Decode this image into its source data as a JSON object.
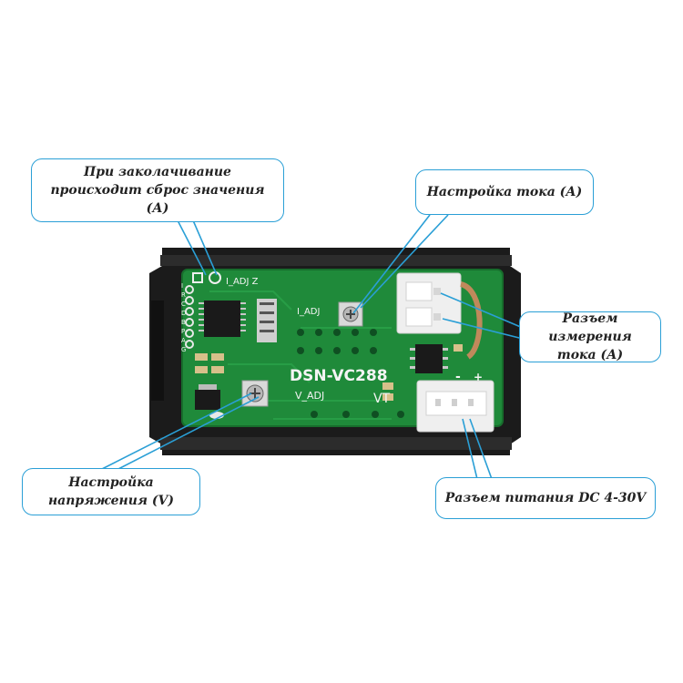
{
  "image": {
    "description_labels": {
      "reset_jumper": "При заколачивание\nпроисходит сброс значения (А)",
      "current_adjust": "Настройка тока (А)",
      "current_connector": "Разъем измерения\nтока (А)",
      "voltage_adjust": "Настройка\nнапряжения (V)",
      "power_connector": "Разъем питания DC 4-30V"
    },
    "pcb_markings": {
      "board_name": "DSN-VC288",
      "i_adj_z": "I_ADJ Z",
      "i_adj": "I_ADJ",
      "v_adj": "V_ADJ",
      "vt": "VT",
      "minus": "-",
      "plus": "+",
      "side_letters": "I R C D B P A G"
    },
    "colors": {
      "callout_border": "#2a9fd6",
      "pcb_green": "#1f8a3a",
      "housing": "#1b1b1b"
    }
  }
}
